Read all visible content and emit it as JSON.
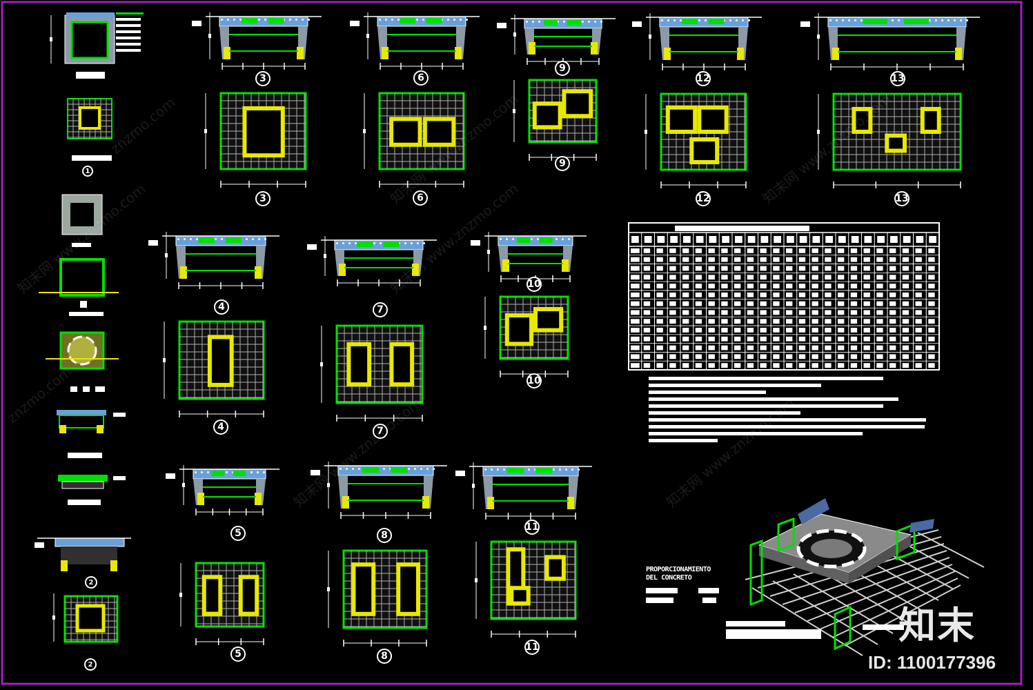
{
  "sheet": {
    "detail_labels": [
      "3",
      "6",
      "9",
      "12",
      "13",
      "4",
      "7",
      "10",
      "5",
      "8",
      "11"
    ],
    "small_labels": [
      "1",
      "2"
    ],
    "note_title": "PROPORCIONAMIENTO\nDEL CONCRETO"
  },
  "watermark": {
    "text": "znzmo.com",
    "text2": "知末网 www.znzmo.com",
    "logo": "知末",
    "id_text": "ID: 1100177396"
  },
  "colors": {
    "frame": "#a020c0",
    "green": "#00e000",
    "yellow": "#e8e800",
    "grid": "#b0b0b0",
    "concrete": "#6aa0d8",
    "white": "#ffffff"
  }
}
